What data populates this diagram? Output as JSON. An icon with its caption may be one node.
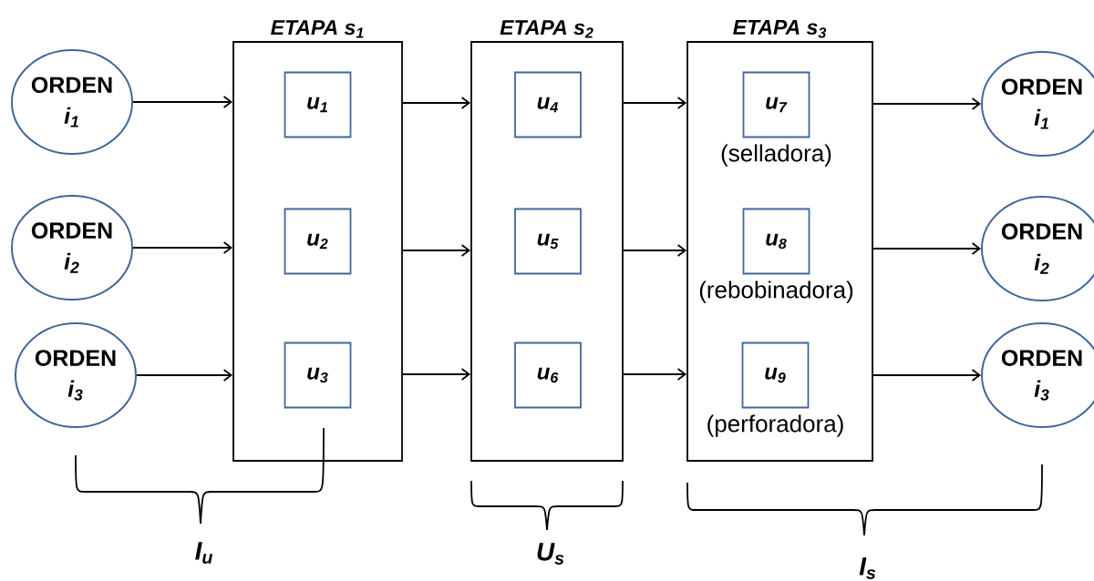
{
  "diagram": {
    "nodes": [
      {
        "text": [
          "ETAPA s$_{1}$"
        ]
      },
      {
        "text": [
          "ETAPA s$_{2}$"
        ]
      },
      {
        "text": [
          "ETAPA s$_{3}$"
        ]
      },
      {
        "text": [
          "ORDEN",
          "i$_{1}$"
        ]
      },
      {
        "text": [
          "ORDEN",
          "i$_{2}$"
        ]
      },
      {
        "text": [
          "ORDEN",
          "i$_{3}$"
        ]
      },
      {
        "text": [
          "u$_{1}$"
        ],
        "in": 0
      },
      {
        "text": [
          "u$_{2}$"
        ],
        "in": 0
      },
      {
        "text": [
          "u$_{3}$"
        ],
        "in": 0
      },
      {
        "text": [
          "u$_{4}$"
        ],
        "in": 1
      },
      {
        "text": [
          "u$_{5}$"
        ],
        "in": 1
      },
      {
        "text": [
          "u$_{6}$"
        ],
        "in": 1
      },
      {
        "text": [
          "u$_{7}$"
        ],
        "in": 2,
        "beside": [
          "(selladora)"
        ]
      },
      {
        "text": [
          "u$_{8}$"
        ],
        "in": 2,
        "beside": [
          "(rebobinadora)"
        ]
      },
      {
        "text": [
          "u$_{9}$"
        ],
        "in": 2,
        "beside": [
          "(perforadora)"
        ]
      },
      {
        "text": [
          "ORDEN",
          "i$_{1}$"
        ]
      },
      {
        "text": [
          "ORDEN",
          "i$_{2}$"
        ]
      },
      {
        "text": [
          "ORDEN",
          "i$_{3}$"
        ]
      }
    ],
    "edges": [
      {
        "from": 3,
        "to": 0,
        "arrow": "to"
      },
      {
        "from": 4,
        "to": 0,
        "arrow": "to"
      },
      {
        "from": 5,
        "to": 0,
        "arrow": "to"
      },
      {
        "from": 0,
        "to": 1,
        "arrow": "to"
      },
      {
        "from": 0,
        "to": 1,
        "arrow": "to"
      },
      {
        "from": 0,
        "to": 1,
        "arrow": "to"
      },
      {
        "from": 1,
        "to": 2,
        "arrow": "to"
      },
      {
        "from": 1,
        "to": 2,
        "arrow": "to"
      },
      {
        "from": 1,
        "to": 2,
        "arrow": "to"
      },
      {
        "from": 2,
        "to": 15,
        "arrow": "to"
      },
      {
        "from": 2,
        "to": 16,
        "arrow": "to"
      },
      {
        "from": 2,
        "to": 17,
        "arrow": "to"
      }
    ],
    "labels": [
      "I$_{u}$",
      "U$_{s}$",
      "I$_{s}$"
    ]
  }
}
